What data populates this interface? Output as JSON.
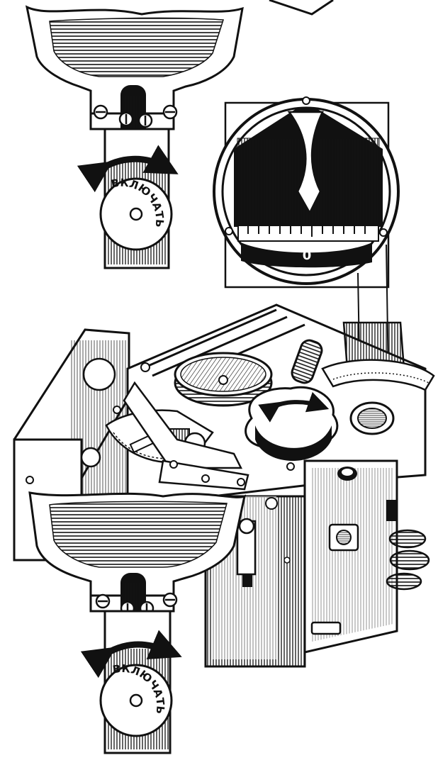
{
  "labels": {
    "switch_top": "ВКЛЮЧАТЬ",
    "switch_bottom": "ВКЛЮЧАТЬ",
    "scale_zero": "0"
  },
  "colors": {
    "ink": "#111111",
    "paper": "#ffffff"
  }
}
